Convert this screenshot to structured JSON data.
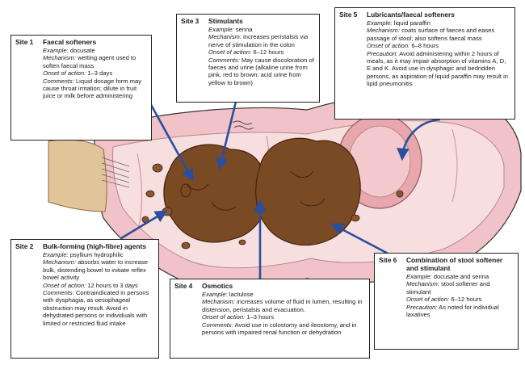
{
  "colors": {
    "tissue_pink": "#f1c3c8",
    "tissue_light": "#f7dfe0",
    "feces_brown": "#7a4a24",
    "feces_dark": "#4a2a10",
    "arrow_blue": "#2a4f9c",
    "skin_tan": "#e2c49b"
  },
  "site1": {
    "site": "Site 1",
    "title": "Faecal softeners",
    "rows": [
      {
        "k": "Example:",
        "v": "docusate"
      },
      {
        "k": "Mechanism:",
        "v": "wetting agent used to soften faecal mass"
      },
      {
        "k": "Onset of action:",
        "v": "1–3 days"
      },
      {
        "k": "Comments:",
        "v": "Liquid dosage form may cause throat irritation; dilute in fruit juice or milk before administering"
      }
    ]
  },
  "site2": {
    "site": "Site 2",
    "title": "Bulk-forming (high-fibre) agents",
    "rows": [
      {
        "k": "Example:",
        "v": "psyllium hydrophilic"
      },
      {
        "k": "Mechanism:",
        "v": "absorbs water to increase bulk, distending bowel to initiate reflex bowel activity"
      },
      {
        "k": "Onset of action:",
        "v": "12 hours to 3 days"
      },
      {
        "k": "Comments:",
        "v": "Contraindicated in persons with dysphagia, as oesophageal obstruction may result. Avoid in dehydrated persons or individuals with limited or restricted fluid intake"
      }
    ]
  },
  "site3": {
    "site": "Site 3",
    "title": "Stimulants",
    "rows": [
      {
        "k": "Example:",
        "v": "senna"
      },
      {
        "k": "Mechanism:",
        "v": "increases peristalsis via nerve of stimulation in the colon"
      },
      {
        "k": "Onset of action:",
        "v": "6–12 hours"
      },
      {
        "k": "Comments:",
        "v": "May cause discoloration of faeces and urine (alkaline urine from pink, red to brown; acid urine from yellow to brown)"
      }
    ]
  },
  "site4": {
    "site": "Site 4",
    "title": "Osmotics",
    "rows": [
      {
        "k": "Example:",
        "v": "lactulose"
      },
      {
        "k": "Mechanism:",
        "v": "increases volume of fluid in lumen, resulting in distension, peristalsis and evacuation."
      },
      {
        "k": "Onset of action:",
        "v": "1–3 hours"
      },
      {
        "k": "Comments:",
        "v": "Avoid use in colostomy and ileostomy, and in persons with impaired renal function or dehydration"
      }
    ]
  },
  "site5": {
    "site": "Site 5",
    "title": "Lubricants/faecal softeners",
    "rows": [
      {
        "k": "Example:",
        "v": "liquid paraffin"
      },
      {
        "k": "Mechanism:",
        "v": "coats surface of faeces and eases passage of stool; also softens faecal mass"
      },
      {
        "k": "Onset of action:",
        "v": "6–8 hours"
      },
      {
        "k": "Precaution:",
        "v": "Avoid administering within 2 hours of meals, as it may impair absorption of vitamins A, D, E and K. Avoid use in dysphagic and bedridden persons, as aspiration of liquid paraffin may result in lipid pneumonitis"
      }
    ]
  },
  "site6": {
    "site": "Site 6",
    "title": "Combination of stool softener and stimulant",
    "rows": [
      {
        "k": "Example:",
        "v": "docusate and senna"
      },
      {
        "k": "Mechanism:",
        "v": "stool softener and stimulant"
      },
      {
        "k": "Onset of action:",
        "v": "6–12 hours"
      },
      {
        "k": "Precaution:",
        "v": "As noted for individual laxatives"
      }
    ]
  }
}
